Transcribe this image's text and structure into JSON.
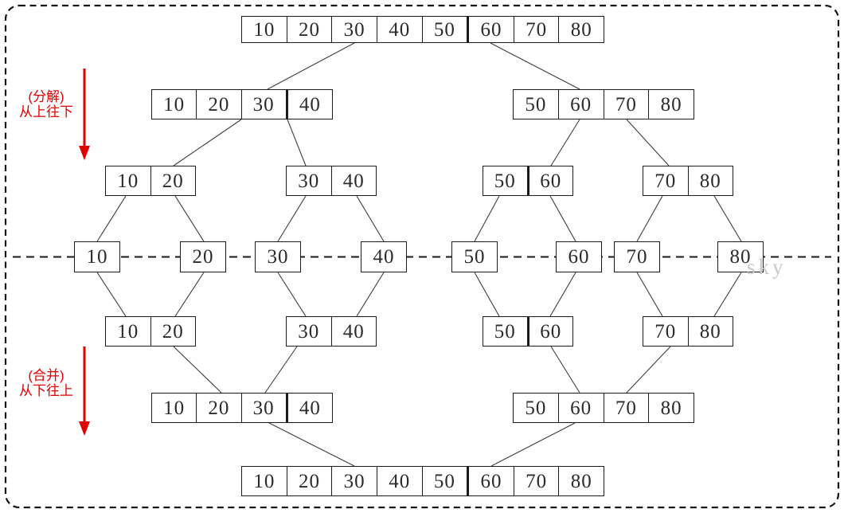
{
  "diagram": {
    "side_labels": {
      "decompose": {
        "line1": "(分解)",
        "line2": "从上往下"
      },
      "merge": {
        "line1": "(合并)",
        "line2": "从下往上"
      }
    },
    "watermark": "sky",
    "colors": {
      "arrow_red": "#e00000",
      "box_border": "#1a1a1a",
      "connector_line": "#3c3c3c",
      "watermark_gray": "#c9c9c9",
      "background": "#ffffff"
    },
    "arrays": [
      {
        "key": "top8",
        "values": [
          "10",
          "20",
          "30",
          "40",
          "50",
          "60",
          "70",
          "80"
        ],
        "thick_after": [
          4
        ]
      },
      {
        "key": "upper-left4",
        "values": [
          "10",
          "20",
          "30",
          "40"
        ],
        "thick_after": [
          2
        ]
      },
      {
        "key": "upper-right4",
        "values": [
          "50",
          "60",
          "70",
          "80"
        ],
        "thick_after": []
      },
      {
        "key": "upper-pair-1020",
        "values": [
          "10",
          "20"
        ],
        "thick_after": []
      },
      {
        "key": "upper-pair-3040",
        "values": [
          "30",
          "40"
        ],
        "thick_after": []
      },
      {
        "key": "upper-pair-5060",
        "values": [
          "50",
          "60"
        ],
        "thick_after": [
          0
        ]
      },
      {
        "key": "upper-pair-7080",
        "values": [
          "70",
          "80"
        ],
        "thick_after": []
      },
      {
        "key": "single-10",
        "values": [
          "10"
        ],
        "thick_after": []
      },
      {
        "key": "single-20",
        "values": [
          "20"
        ],
        "thick_after": []
      },
      {
        "key": "single-30",
        "values": [
          "30"
        ],
        "thick_after": []
      },
      {
        "key": "single-40",
        "values": [
          "40"
        ],
        "thick_after": []
      },
      {
        "key": "single-50",
        "values": [
          "50"
        ],
        "thick_after": []
      },
      {
        "key": "single-60",
        "values": [
          "60"
        ],
        "thick_after": []
      },
      {
        "key": "single-70",
        "values": [
          "70"
        ],
        "thick_after": []
      },
      {
        "key": "single-80",
        "values": [
          "80"
        ],
        "thick_after": []
      },
      {
        "key": "lower-pair-1020",
        "values": [
          "10",
          "20"
        ],
        "thick_after": []
      },
      {
        "key": "lower-pair-3040",
        "values": [
          "30",
          "40"
        ],
        "thick_after": []
      },
      {
        "key": "lower-pair-5060",
        "values": [
          "50",
          "60"
        ],
        "thick_after": [
          0
        ]
      },
      {
        "key": "lower-pair-7080",
        "values": [
          "70",
          "80"
        ],
        "thick_after": []
      },
      {
        "key": "lower-left4",
        "values": [
          "10",
          "20",
          "30",
          "40"
        ],
        "thick_after": [
          2
        ]
      },
      {
        "key": "lower-right4",
        "values": [
          "50",
          "60",
          "70",
          "80"
        ],
        "thick_after": []
      },
      {
        "key": "bottom8",
        "values": [
          "10",
          "20",
          "30",
          "40",
          "50",
          "60",
          "70",
          "80"
        ],
        "thick_after": [
          4
        ]
      }
    ]
  }
}
